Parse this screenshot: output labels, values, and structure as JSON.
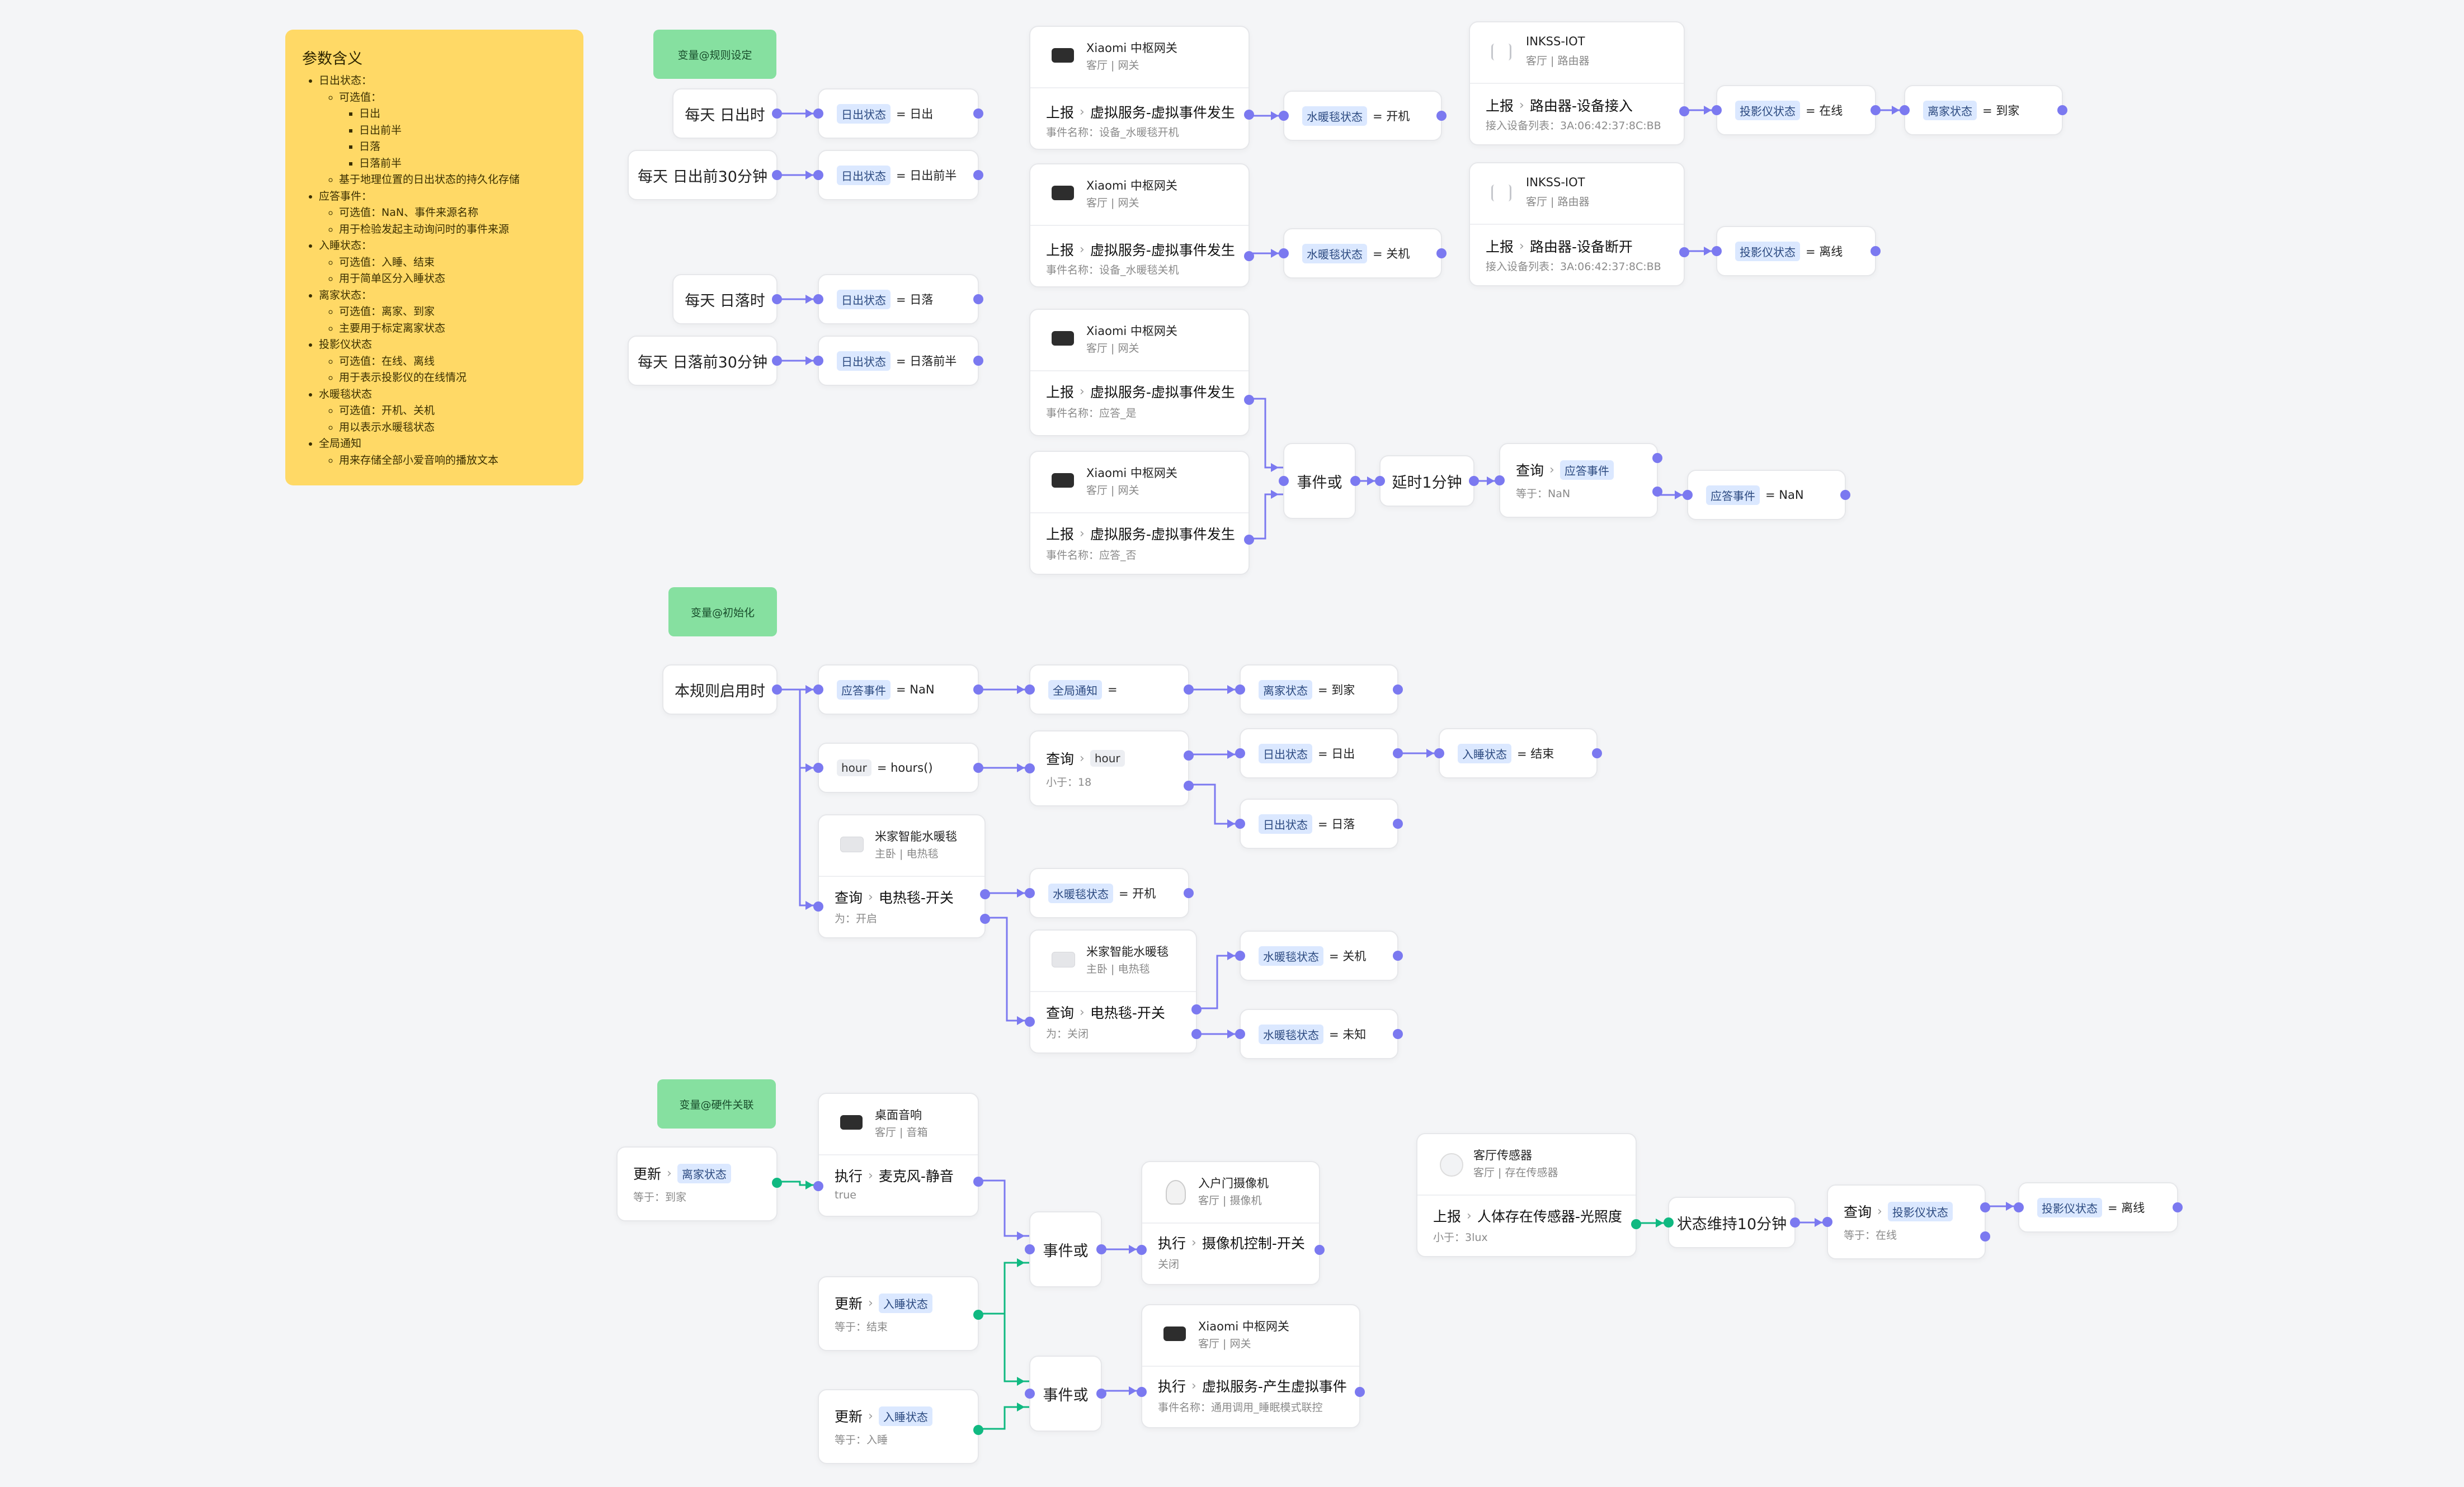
{
  "legend": {
    "title": "参数含义",
    "items": [
      {
        "name": "日出状态：",
        "sub": [
          {
            "name": "可选值：",
            "sub": [
              {
                "name": "日出"
              },
              {
                "name": "日出前半"
              },
              {
                "name": "日落"
              },
              {
                "name": "日落前半"
              }
            ]
          },
          {
            "name": "基于地理位置的日出状态的持久化存储"
          }
        ]
      },
      {
        "name": "应答事件：",
        "sub": [
          {
            "name": "可选值：NaN、事件来源名称"
          },
          {
            "name": "用于检验发起主动询问时的事件来源"
          }
        ]
      },
      {
        "name": "入睡状态：",
        "sub": [
          {
            "name": "可选值：入睡、结束"
          },
          {
            "name": "用于简单区分入睡状态"
          }
        ]
      },
      {
        "name": "离家状态：",
        "sub": [
          {
            "name": "可选值：离家、到家"
          },
          {
            "name": "主要用于标定离家状态"
          }
        ]
      },
      {
        "name": "投影仪状态",
        "sub": [
          {
            "name": "可选值：在线、离线"
          },
          {
            "name": "用于表示投影仪的在线情况"
          }
        ]
      },
      {
        "name": "水暖毯状态",
        "sub": [
          {
            "name": "可选值：开机、关机"
          },
          {
            "name": "用以表示水暖毯状态"
          }
        ]
      },
      {
        "name": "全局通知",
        "sub": [
          {
            "name": "用来存储全部小爱音响的播放文本"
          }
        ]
      }
    ]
  },
  "labels": {
    "g1": "变量@规则设定",
    "g2": "变量@初始化",
    "g3": "变量@硬件关联"
  },
  "triggers": {
    "sunrise": "每天 日出时",
    "sunrise30": "每天 日出前30分钟",
    "sunset": "每天 日落时",
    "sunset30": "每天 日落前30分钟",
    "rule_enabled": "本规则启用时"
  },
  "common": {
    "gateway_name": "Xiaomi 中枢网关",
    "gateway_loc": "客厅 | 网关",
    "router_name": "INKSS-IOT",
    "router_loc": "客厅 | 路由器",
    "report": "上报",
    "query": "查询",
    "update": "更新",
    "execute": "执行",
    "chev": "›",
    "virtual_event": "虚拟服务-虚拟事件发生",
    "event_or": "事件或",
    "blanket_name": "米家智能水暖毯",
    "blanket_loc": "主卧 | 电热毯",
    "blanket_switch": "电热毯-开关"
  },
  "vars": {
    "sunrise_state": "日出状态",
    "answer_event": "应答事件",
    "global_notice": "全局通知",
    "away_state": "离家状态",
    "sleep_state": "入睡状态",
    "projector_state": "投影仪状态",
    "blanket_state": "水暖毯状态",
    "hour": "hour"
  },
  "values": {
    "eq_sunrise": "= 日出",
    "eq_sunrise_half": "= 日出前半",
    "eq_sunset": "= 日落",
    "eq_sunset_half": "= 日落前半",
    "eq_on": "= 开机",
    "eq_off": "= 关机",
    "eq_online": "= 在线",
    "eq_offline": "= 离线",
    "eq_home": "= 到家",
    "eq_nan": "= NaN",
    "eq_empty": "=",
    "eq_hours": "= hours()",
    "eq_end": "= 结束",
    "eq_unknown": "= 未知"
  },
  "gw_events": {
    "on_name": "事件名称：设备_水暖毯开机",
    "off_name": "事件名称：设备_水暖毯关机",
    "yes_name": "事件名称：应答_是",
    "no_name": "事件名称：应答_否"
  },
  "router": {
    "connect": "路由器-设备接入",
    "disconnect": "路由器-设备断开",
    "device_list": "接入设备列表：3A:06:42:37:8C:BB"
  },
  "answer": {
    "delay": "延时1分钟",
    "eq_nan_sub": "等于：NaN"
  },
  "init": {
    "lt18": "小于：18",
    "is_on": "为：开启",
    "is_off": "为：关闭"
  },
  "hw": {
    "eq_home_sub": "等于：到家",
    "speaker_name": "桌面音响",
    "speaker_loc": "客厅 | 音箱",
    "mic_mute": "麦克风-静音",
    "true_val": "true",
    "eq_end_sub": "等于：结束",
    "eq_sleep_sub": "等于：入睡",
    "camera_name": "入户门摄像机",
    "camera_loc": "客厅 | 摄像机",
    "camera_switch": "摄像机控制-开关",
    "off_val": "关闭",
    "gen_event": "虚拟服务-产生虚拟事件",
    "gen_event_name": "事件名称：通用调用_睡眠模式联控",
    "sensor_name": "客厅传感器",
    "sensor_loc": "客厅 | 存在传感器",
    "illum": "人体存在传感器-光照度",
    "lt3lux": "小于：3lux",
    "hold10": "状态维持10分钟",
    "eq_online_sub": "等于：在线"
  }
}
